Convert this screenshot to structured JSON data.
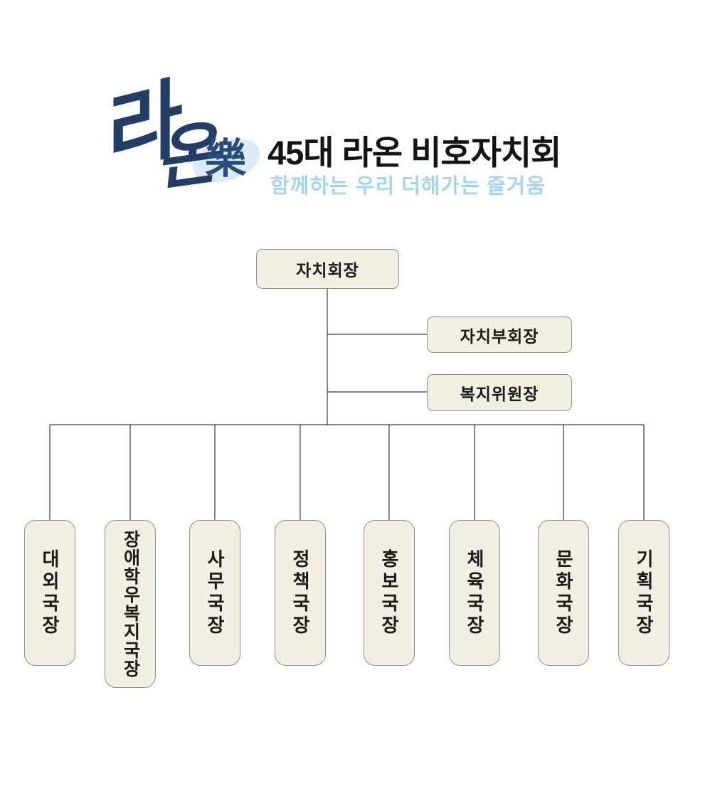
{
  "header": {
    "logo": {
      "char1": "라",
      "char2": "온",
      "hanja": "樂"
    },
    "title": "45대 라온 비호자치회",
    "subtitle": "함께하는 우리 더해가는 즐거움"
  },
  "colors": {
    "logo_navy": "#223d66",
    "subtitle_blue": "#a3d5f1",
    "box_background": "#f2f0e3",
    "box_border": "#8f8f8f",
    "connector_line": "#3a3a3a"
  },
  "org_chart": {
    "president": "자치회장",
    "assistants": [
      "자치부회장",
      "복지위원장"
    ],
    "departments": [
      "대외국장",
      "장애학우복지국장",
      "사무국장",
      "정책국장",
      "홍보국장",
      "체육국장",
      "문화국장",
      "기획국장"
    ]
  }
}
